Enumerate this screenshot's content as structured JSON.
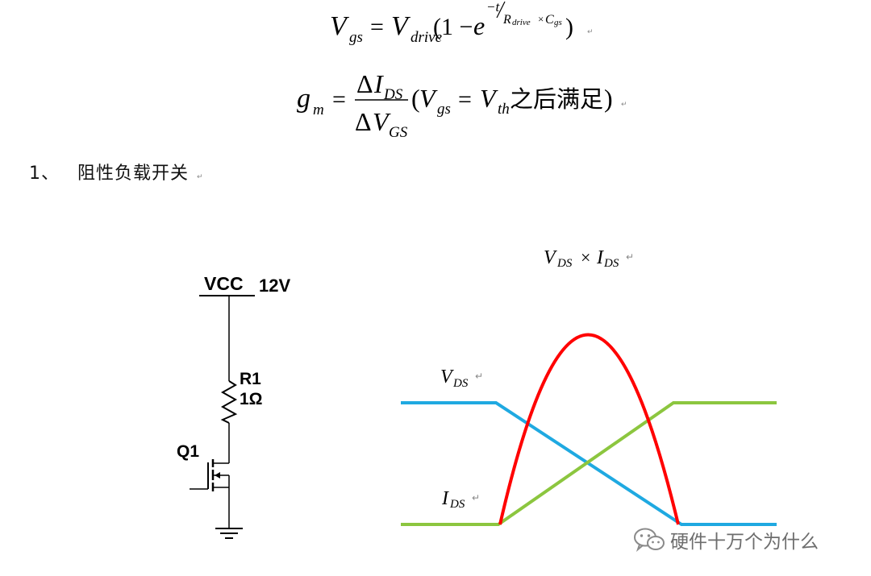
{
  "equations": {
    "eq1": {
      "lhs": "V",
      "lhs_sub": "gs",
      "eq": "=",
      "rhs_var": "V",
      "rhs_sub": "drive",
      "paren_open": "(1 − ",
      "e": "e",
      "exp_num": "−t",
      "exp_r": "R",
      "exp_r_sub": "drive",
      "exp_times": "×",
      "exp_c": "C",
      "exp_c_sub": "gs",
      "paren_close": ")"
    },
    "eq2": {
      "lhs": "g",
      "lhs_sub": "m",
      "eq": "=",
      "num_delta": "Δ",
      "num_var": "I",
      "num_sub": "DS",
      "den_delta": "Δ",
      "den_var": "V",
      "den_sub": "GS",
      "paren_open": "(",
      "cond_var": "V",
      "cond_sub": "gs",
      "cond_eq": "=",
      "cond_var2": "V",
      "cond_sub2": "th",
      "cond_text": "之后满足",
      "paren_close": ")"
    }
  },
  "section": {
    "number": "1、",
    "title": "阻性负载开关"
  },
  "circuit": {
    "supply_label": "VCC",
    "supply_value": "12V",
    "resistor_name": "R1",
    "resistor_value": "1Ω",
    "transistor_name": "Q1"
  },
  "waveform": {
    "product_label": {
      "v": "V",
      "v_sub": "DS",
      "times": "×",
      "i": "I",
      "i_sub": "DS"
    },
    "vds_label": {
      "v": "V",
      "sub": "DS"
    },
    "ids_label": {
      "v": "I",
      "sub": "DS"
    },
    "colors": {
      "vds": "#1fa9e1",
      "ids": "#8cc63f",
      "power": "#ff0000"
    }
  },
  "watermark": {
    "icon": "wechat-icon",
    "text": "硬件十万个为什么"
  }
}
